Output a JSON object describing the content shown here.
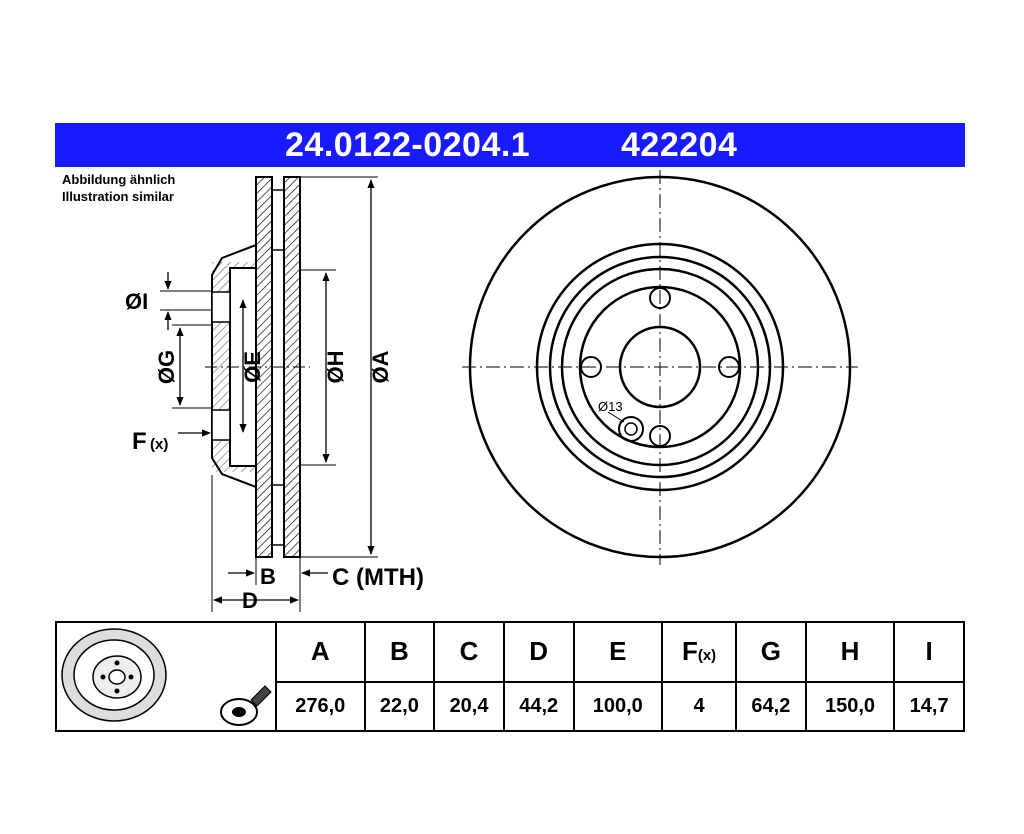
{
  "header": {
    "part_number": "24.0122-0204.1",
    "code": "422204",
    "bg": "#1a1aff"
  },
  "note": {
    "line1": "Abbildung ähnlich",
    "line2": "Illustration similar"
  },
  "drawing": {
    "labels": {
      "A": "ØA",
      "E": "ØE",
      "G": "ØG",
      "H": "ØH",
      "I": "ØI",
      "F": "F",
      "F_sub": "(x)",
      "B": "B",
      "C": "C (MTH)",
      "D": "D"
    },
    "bolt_hole": "Ø13"
  },
  "table": {
    "headers": [
      {
        "main": "A",
        "sub": ""
      },
      {
        "main": "B",
        "sub": ""
      },
      {
        "main": "C",
        "sub": ""
      },
      {
        "main": "D",
        "sub": ""
      },
      {
        "main": "E",
        "sub": ""
      },
      {
        "main": "F",
        "sub": "(x)"
      },
      {
        "main": "G",
        "sub": ""
      },
      {
        "main": "H",
        "sub": ""
      },
      {
        "main": "I",
        "sub": ""
      }
    ],
    "values": [
      "276,0",
      "22,0",
      "20,4",
      "44,2",
      "100,0",
      "4",
      "64,2",
      "150,0",
      "14,7"
    ]
  }
}
